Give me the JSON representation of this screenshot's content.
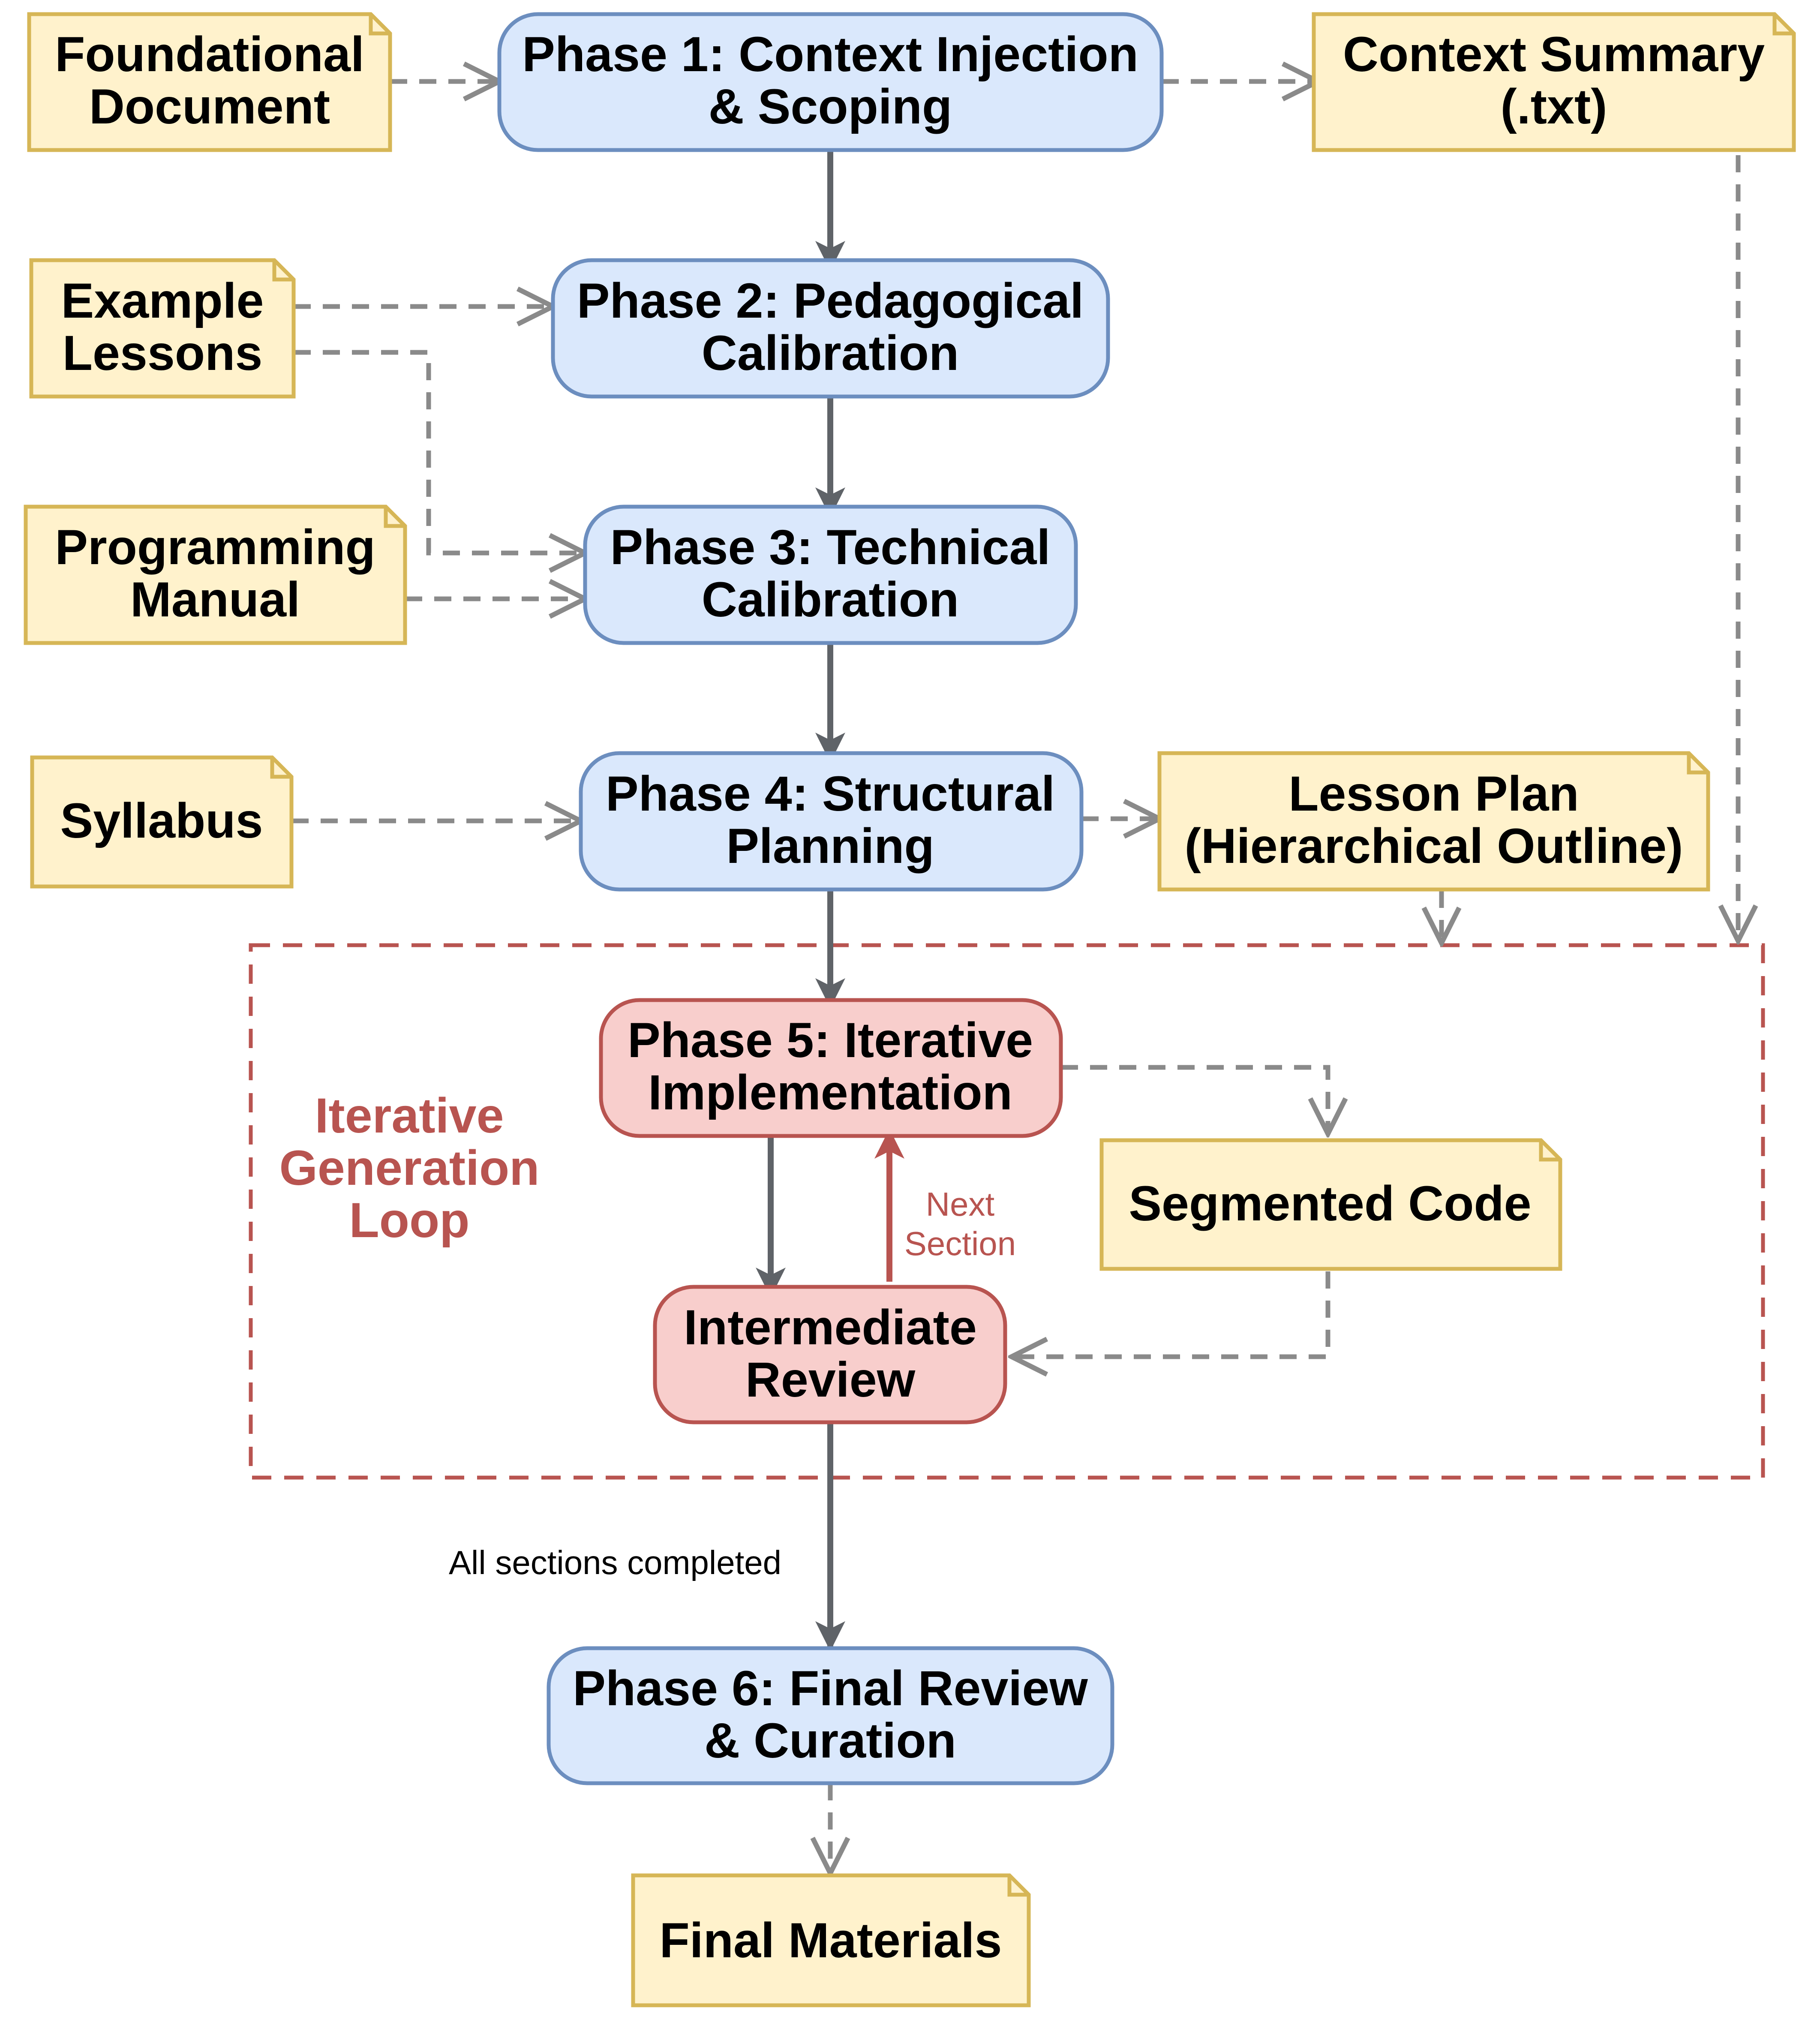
{
  "nodes": {
    "foundational_document": "Foundational\nDocument",
    "phase1": "Phase 1: Context Injection\n& Scoping",
    "context_summary": "Context Summary\n(.txt)",
    "example_lessons": "Example\nLessons",
    "phase2": "Phase 2: Pedagogical\nCalibration",
    "programming_manual": "Programming\nManual",
    "phase3": "Phase 3: Technical\nCalibration",
    "syllabus": "Syllabus",
    "phase4": "Phase 4: Structural\nPlanning",
    "lesson_plan": "Lesson Plan\n(Hierarchical Outline)",
    "phase5": "Phase 5: Iterative\nImplementation",
    "segmented_code": "Segmented Code",
    "intermediate_review": "Intermediate\nReview",
    "phase6": "Phase 6: Final Review\n& Curation",
    "final_materials": "Final Materials"
  },
  "loop": {
    "label": "Iterative\nGeneration\nLoop"
  },
  "edge_labels": {
    "next_section": "Next\nSection",
    "all_sections_completed": "All sections completed"
  },
  "colors": {
    "process_fill": "#dae8fc",
    "process_stroke": "#6c8ebf",
    "loop_fill": "#f8cecc",
    "loop_stroke": "#b85450",
    "document_fill": "#fff2cc",
    "document_stroke": "#d6b656"
  }
}
